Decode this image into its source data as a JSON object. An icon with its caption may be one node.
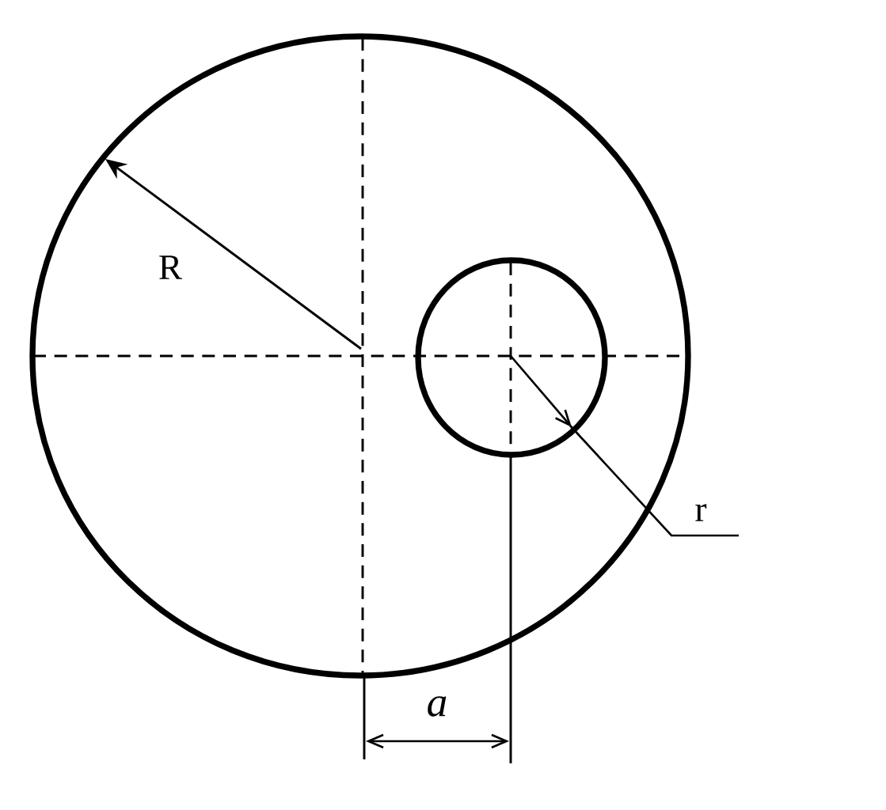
{
  "diagram": {
    "labels": [
      "R",
      "r",
      "a"
    ]
  }
}
